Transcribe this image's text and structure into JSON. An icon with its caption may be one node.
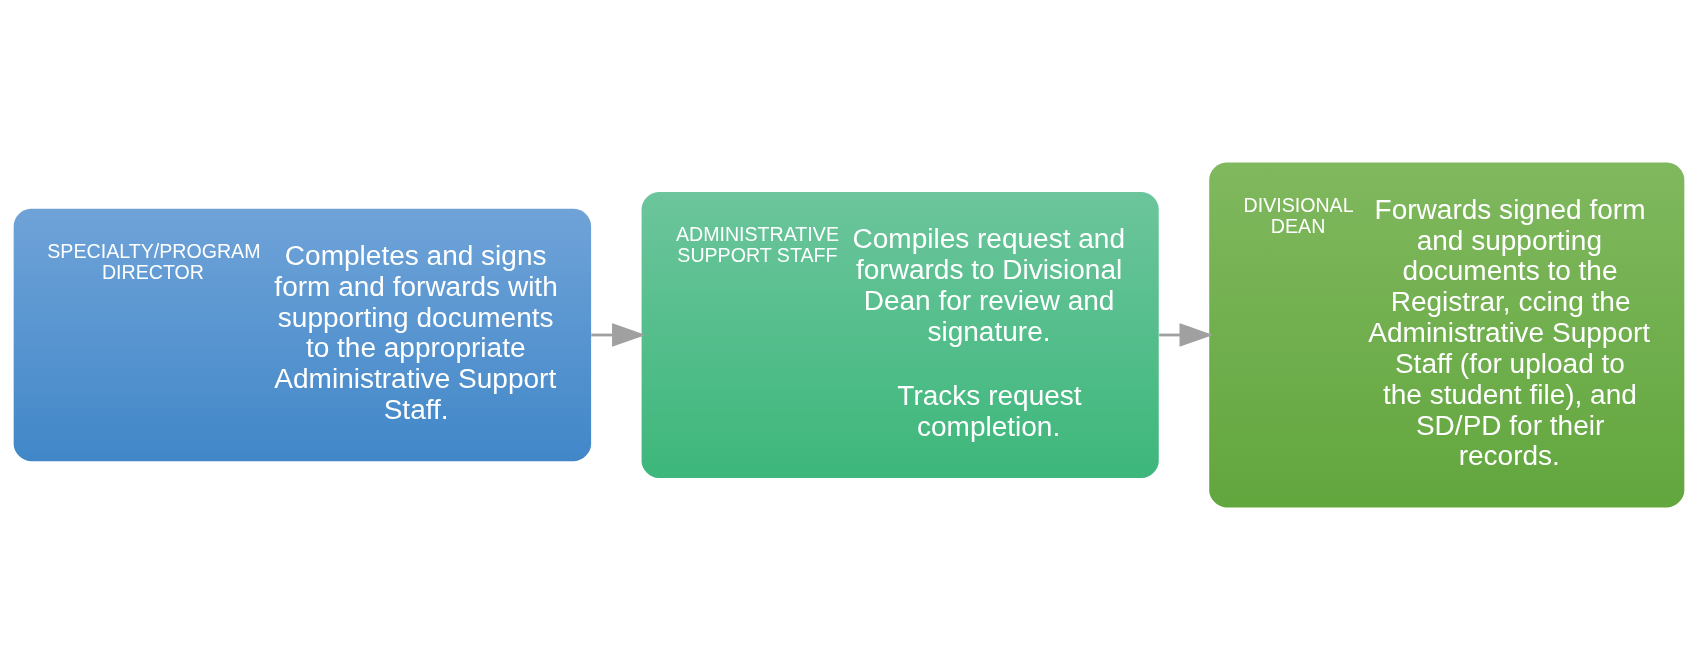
{
  "diagram": {
    "nodes": [
      {
        "text": [
          "SPECIALTY/PROGRAM DIRECTOR",
          "Completes and signs form and forwards with supporting documents to the appropriate Administrative Support Staff."
        ]
      },
      {
        "text": [
          "ADMINISTRATIVE SUPPORT STAFF",
          "Compiles request and forwards to Divisional Dean for review and signature.",
          "Tracks request completion."
        ]
      },
      {
        "text": [
          "DIVISIONAL DEAN",
          "Forwards signed form and supporting documents to the Registrar, ccing the Administrative Support Staff (for upload to the student file), and SD/PD for their records."
        ]
      }
    ],
    "edges": [
      {
        "from": 0,
        "to": 1,
        "arrow": "to"
      },
      {
        "from": 1,
        "to": 2,
        "arrow": "to"
      }
    ]
  }
}
